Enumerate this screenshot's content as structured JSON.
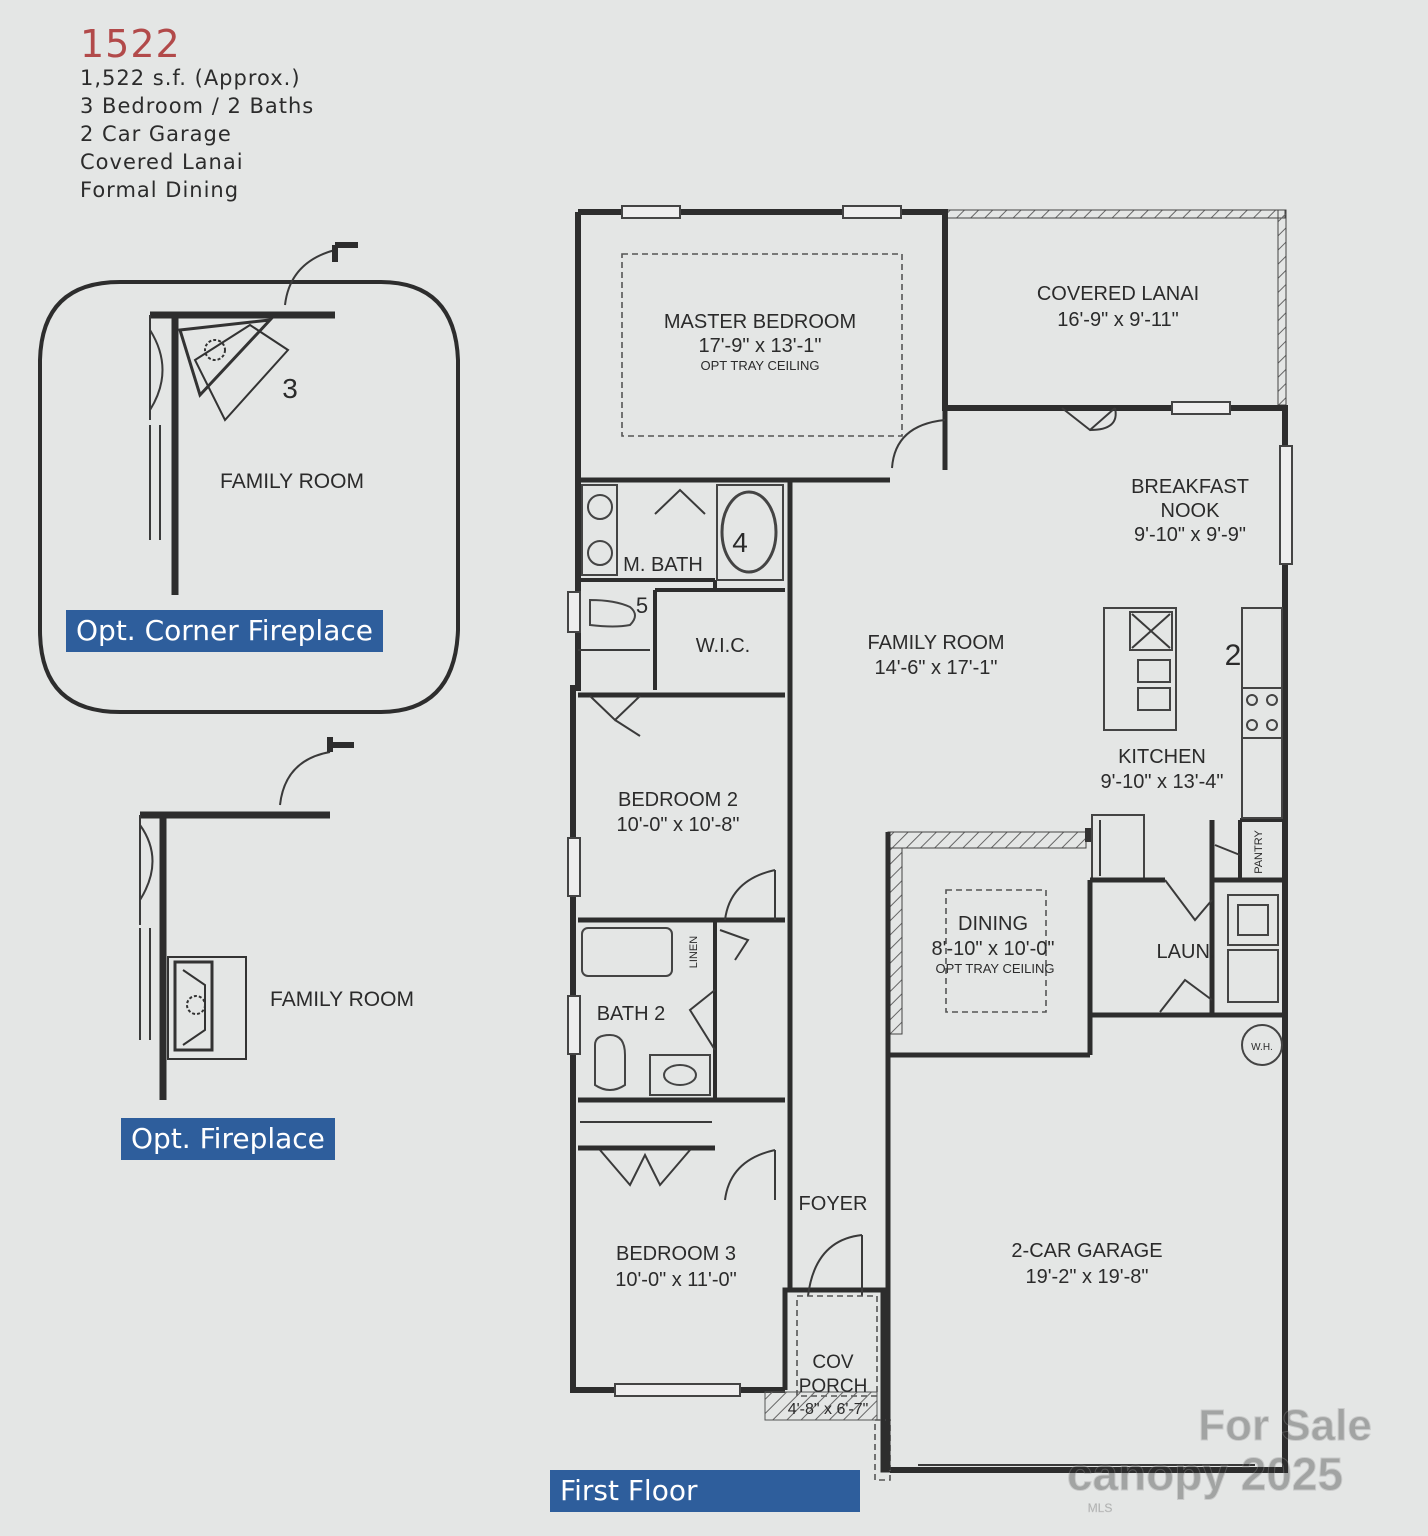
{
  "header": {
    "title": "1522",
    "lines": [
      "1,522 s.f. (Approx.)",
      "3 Bedroom / 2 Baths",
      "2 Car Garage",
      "Covered Lanai",
      "Formal Dining"
    ]
  },
  "banners": {
    "corner_fireplace": "Opt. Corner Fireplace",
    "fireplace": "Opt. Fireplace",
    "first_floor": "First Floor"
  },
  "insets": {
    "corner_family_room": "FAMILY ROOM",
    "corner_number": "3",
    "fireplace_family_room": "FAMILY ROOM"
  },
  "rooms": {
    "master_bedroom": {
      "name": "MASTER BEDROOM",
      "dims": "17'-9\" x 13'-1\"",
      "note": "OPT TRAY CEILING"
    },
    "covered_lanai": {
      "name": "COVERED LANAI",
      "dims": "16'-9\" x 9'-11\""
    },
    "breakfast_nook": {
      "name1": "BREAKFAST",
      "name2": "NOOK",
      "dims": "9'-10\" x 9'-9\""
    },
    "m_bath": {
      "name": "M. BATH"
    },
    "wic": {
      "name": "W.I.C."
    },
    "family_room": {
      "name": "FAMILY ROOM",
      "dims": "14'-6\" x 17'-1\""
    },
    "kitchen": {
      "name": "KITCHEN",
      "dims": "9'-10\" x 13'-4\""
    },
    "bedroom2": {
      "name": "BEDROOM 2",
      "dims": "10'-0\" x 10'-8\""
    },
    "linen": {
      "name": "LINEN"
    },
    "pantry": {
      "name": "PANTRY"
    },
    "dining": {
      "name": "DINING",
      "dims": "8'-10\" x 10'-0\"",
      "note": "OPT TRAY CEILING"
    },
    "laundry": {
      "name": "LAUN."
    },
    "bath2": {
      "name": "BATH 2"
    },
    "water_heater": {
      "name": "W.H."
    },
    "foyer": {
      "name": "FOYER"
    },
    "bedroom3": {
      "name": "BEDROOM 3",
      "dims": "10'-0\" x 11'-0\""
    },
    "garage": {
      "name": "2-CAR GARAGE",
      "dims": "19'-2\" x 19'-8\""
    },
    "porch": {
      "name1": "COV",
      "name2": "PORCH",
      "dims": "4'-8\" x 6'-7\""
    }
  },
  "markers": {
    "kitchen_num": "2",
    "mbath_num": "4",
    "toilet_num": "5"
  },
  "watermark": {
    "line1": "For Sale",
    "line2": "canopy 2025",
    "line3": "MLS"
  }
}
